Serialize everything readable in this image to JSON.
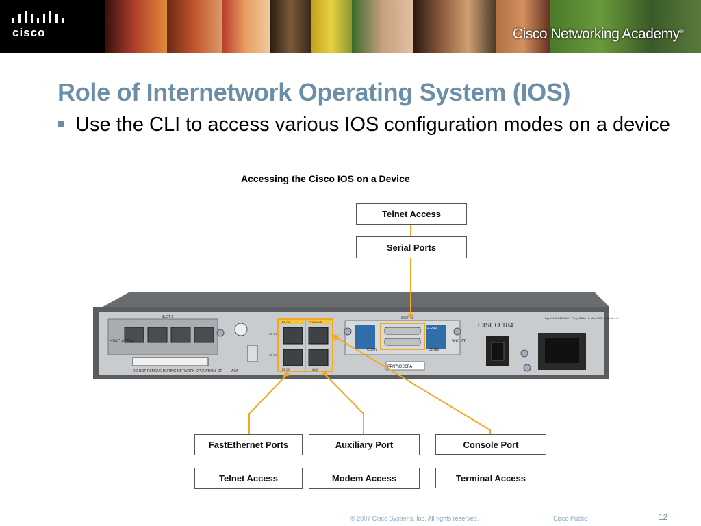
{
  "banner": {
    "logo_text": "cisco",
    "academy_text": "Cisco Networking Academy",
    "academy_mark": "®"
  },
  "slide": {
    "title": "Role of Internetwork Operating System (IOS)",
    "bullet": "Use the CLI to access various IOS configuration modes on a device"
  },
  "figure": {
    "title": "Accessing the Cisco IOS on a Device",
    "labels": {
      "telnet_top": "Telnet Access",
      "serial_ports": "Serial Ports",
      "fastethernet_ports": "FastEthernet Ports",
      "auxiliary_port": "Auxiliary Port",
      "console_port": "Console Port",
      "telnet_bottom": "Telnet Access",
      "modem_access": "Modem Access",
      "terminal_access": "Terminal Access"
    },
    "router": {
      "model": "CISCO 1841",
      "slot1": "SLOT 1",
      "slot0": "SLOT 0",
      "hwic": "HWIC 4ESW",
      "wic": "WIC 2T",
      "serial_label": "SERIAL",
      "conn": "CONN",
      "fe0": "FE 0/0",
      "fe1": "FE 0/1",
      "fe_top": "FE 0/1",
      "console": "CONSOLE",
      "fe_bot": "FE 0/0",
      "aux": "AUX",
      "aim": "AIM",
      "cf": "CF",
      "warning": "DO NOT REMOVE DURING NETWORK OPERATION",
      "power_spec": "Input: 100-240 VAC ~ Freq: 50/60 Hz Max RMS Current: 1.6",
      "serial_sticker": "FPM7W0CCRA",
      "accent_color": "#f5a623"
    }
  },
  "footer": {
    "copyright": "© 2007 Cisco Systems, Inc. All rights reserved.",
    "classification": "Cisco Public",
    "page": "12"
  }
}
